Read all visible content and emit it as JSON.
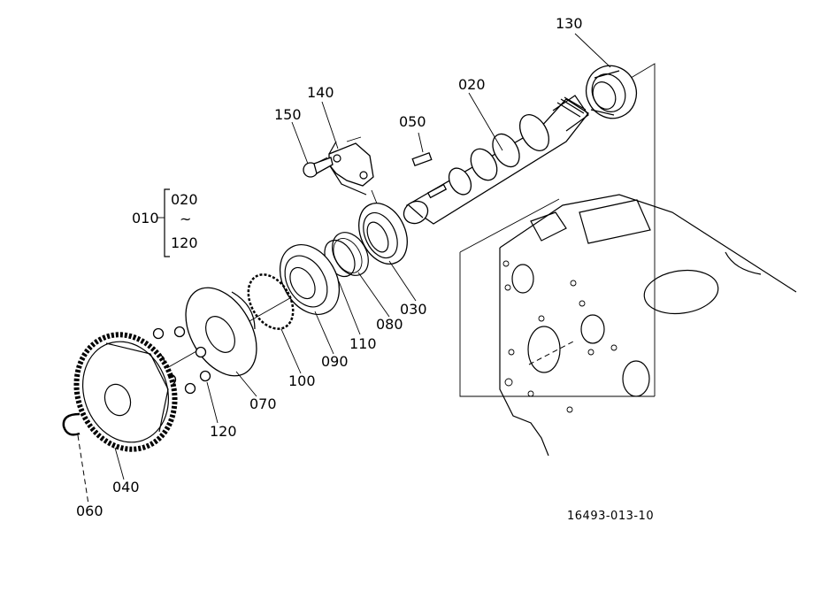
{
  "drawing_code": "16493-013-10",
  "group": {
    "id": "010",
    "from": "020",
    "to": "120",
    "sep": "~"
  },
  "parts": {
    "p020": "020",
    "p030": "030",
    "p040": "040",
    "p050": "050",
    "p060": "060",
    "p070": "070",
    "p080": "080",
    "p090": "090",
    "p100": "100",
    "p110": "110",
    "p120": "120",
    "p130": "130",
    "p140": "140",
    "p150": "150"
  }
}
